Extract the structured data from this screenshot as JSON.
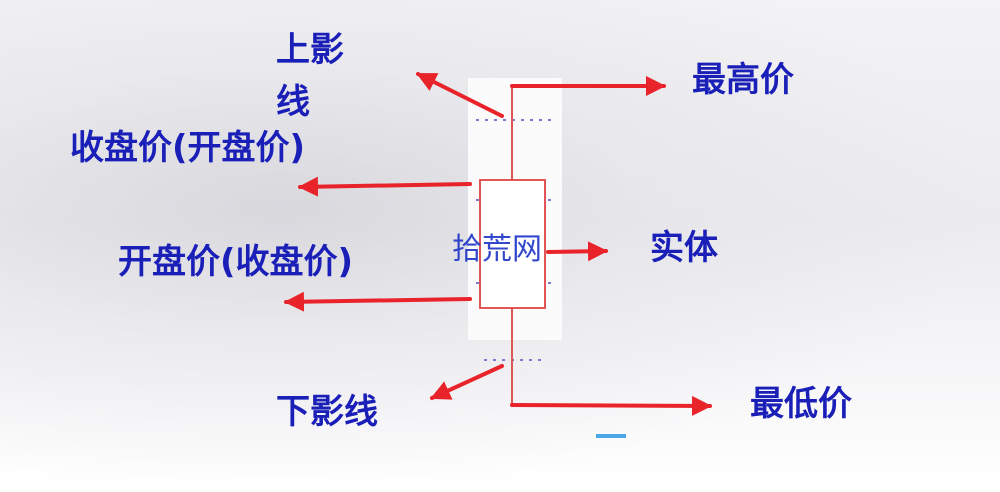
{
  "labels": {
    "upper_shadow": "上影线",
    "high_price": "最高价",
    "close_open": "收盘价(开盘价)",
    "body": "实体",
    "open_close": "开盘价(收盘价)",
    "lower_shadow": "下影线",
    "low_price": "最低价"
  },
  "watermark": "拾荒网",
  "colors": {
    "label_text": "#1a1fb8",
    "arrow": "#e8232a",
    "candle_outline": "#e05555",
    "dotted_guides": "#7a7ad0"
  }
}
